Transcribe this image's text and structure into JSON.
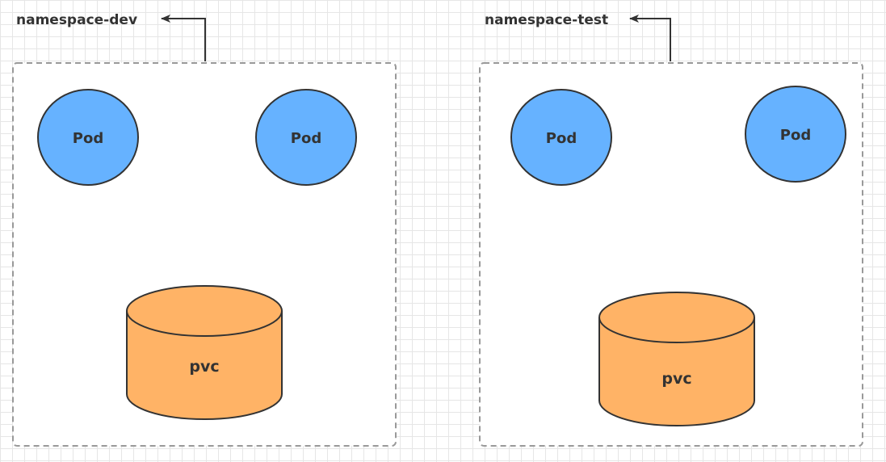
{
  "namespaces": [
    {
      "label": "namespace-dev",
      "pods": [
        {
          "label": "Pod"
        },
        {
          "label": "Pod"
        }
      ],
      "volume": {
        "label": "pvc"
      }
    },
    {
      "label": "namespace-test",
      "pods": [
        {
          "label": "Pod"
        },
        {
          "label": "Pod"
        }
      ],
      "volume": {
        "label": "pvc"
      }
    }
  ],
  "colors": {
    "pod_fill": "#66b2ff",
    "pvc_fill": "#ffb366",
    "stroke": "#333333",
    "boundary": "#999999"
  }
}
